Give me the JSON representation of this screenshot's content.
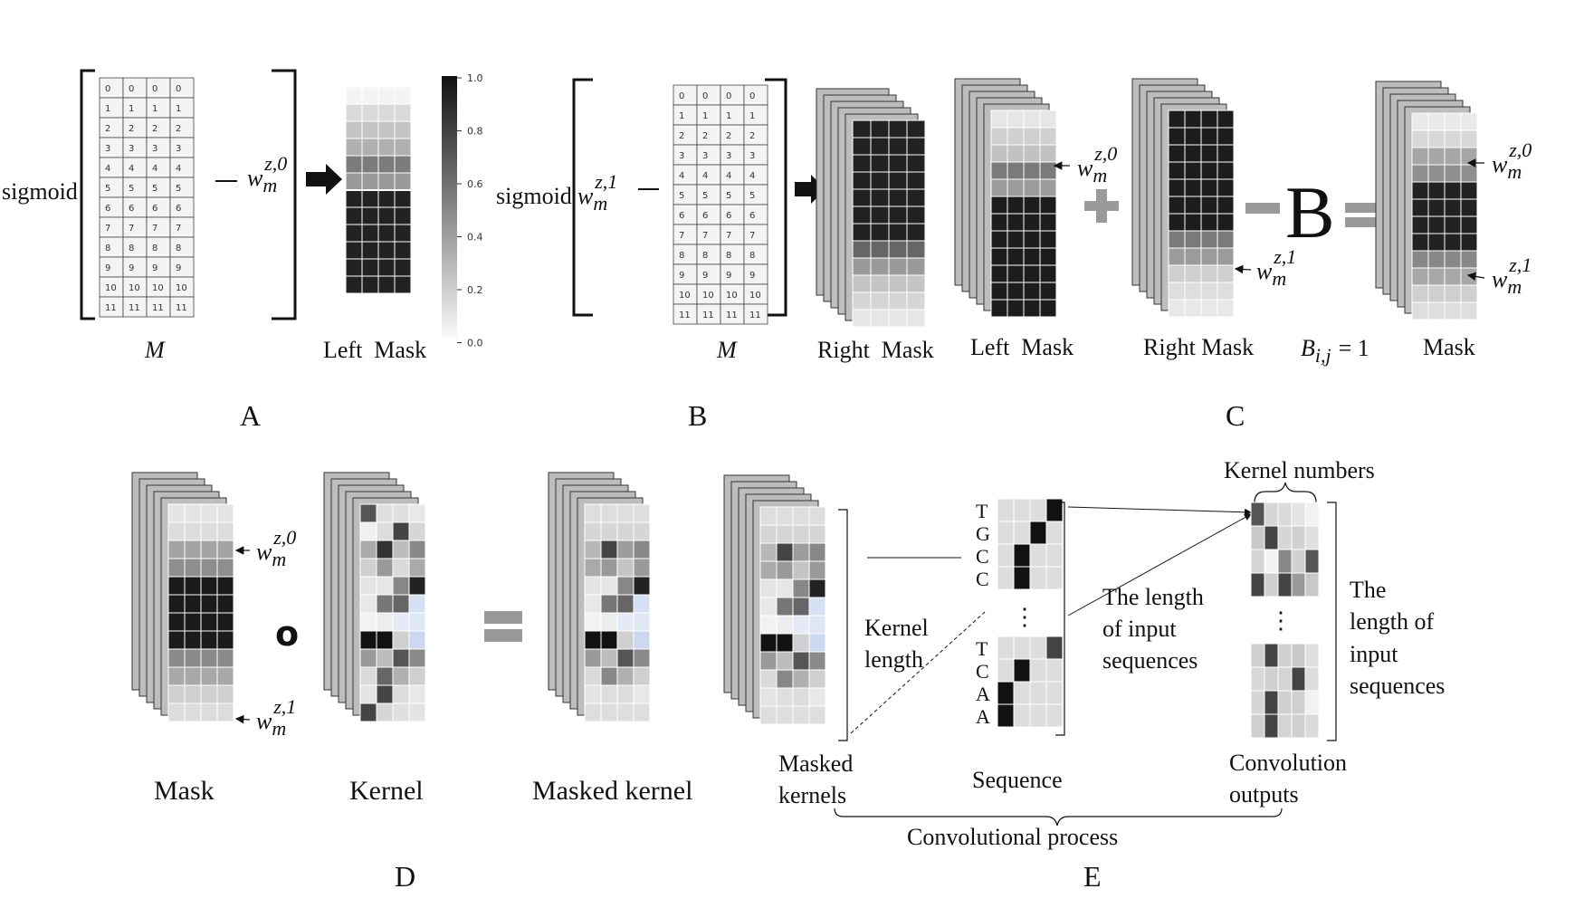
{
  "panels": {
    "A": {
      "letter": "A",
      "func": "sigmoid",
      "matrix_label": "M",
      "out_label": "Left  Mask",
      "matrix_rows": [
        [
          "0",
          "0",
          "0",
          "0"
        ],
        [
          "1",
          "1",
          "1",
          "1"
        ],
        [
          "2",
          "2",
          "2",
          "2"
        ],
        [
          "3",
          "3",
          "3",
          "3"
        ],
        [
          "4",
          "4",
          "4",
          "4"
        ],
        [
          "5",
          "5",
          "5",
          "5"
        ],
        [
          "6",
          "6",
          "6",
          "6"
        ],
        [
          "7",
          "7",
          "7",
          "7"
        ],
        [
          "8",
          "8",
          "8",
          "8"
        ],
        [
          "9",
          "9",
          "9",
          "9"
        ],
        [
          "10",
          "10",
          "10",
          "10"
        ],
        [
          "11",
          "11",
          "11",
          "11"
        ]
      ],
      "weight_sup": "z,0",
      "weight_base": "w",
      "weight_sub": "m",
      "colorbar_ticks": [
        "1.0",
        "0.8",
        "0.6",
        "0.4",
        "0.2",
        "0.0"
      ]
    },
    "B": {
      "letter": "B",
      "func": "sigmoid",
      "matrix_label": "M",
      "out_label": "Right  Mask",
      "weight_sup": "z,1",
      "weight_base": "w",
      "weight_sub": "m"
    },
    "C": {
      "letter": "C",
      "left_label": "Left  Mask",
      "right_label": "Right Mask",
      "b_symbol": "B",
      "b_caption": "B",
      "b_caption_sub": "i,j",
      "b_caption_eq": "= 1",
      "mask_label": "Mask",
      "w0_sup": "z,0",
      "w1_sup": "z,1"
    },
    "D": {
      "letter": "D",
      "mask_label": "Mask",
      "kernel_label": "Kernel",
      "masked_label": "Masked kernel",
      "hadamard": "o",
      "w0_sup": "z,0",
      "w1_sup": "z,1"
    },
    "E": {
      "letter": "E",
      "masked_kernels_1": "Masked",
      "masked_kernels_2": "kernels",
      "kernel_length_1": "Kernel",
      "kernel_length_2": "length",
      "sequence_label": "Sequence",
      "seq_top": [
        "T",
        "G",
        "C",
        "C"
      ],
      "seq_bottom": [
        "T",
        "C",
        "A",
        "A"
      ],
      "len_in_1": "The length",
      "len_in_2": "of input",
      "len_in_3": "sequences",
      "kernel_numbers": "Kernel numbers",
      "len_out_1": "The",
      "len_out_2": "length of",
      "len_out_3": "input",
      "len_out_4": "sequences",
      "conv_out_1": "Convolution",
      "conv_out_2": "outputs",
      "process": "Convolutional process",
      "ellipsis": "⋮"
    }
  }
}
